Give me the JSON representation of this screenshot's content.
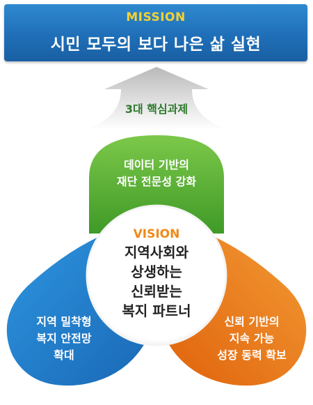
{
  "mission": {
    "label": "MISSION",
    "text": "시민 모두의 보다 나은 삶 실현"
  },
  "tasks_label": "3대 핵심과제",
  "petals": {
    "green": {
      "line1": "데이터 기반의",
      "line2": "재단 전문성 강화"
    },
    "blue": {
      "line1": "지역 밀착형",
      "line2": "복지 안전망",
      "line3": "확대"
    },
    "orange": {
      "line1": "신뢰 기반의",
      "line2": "지속 가능",
      "line3": "성장 동력 확보"
    }
  },
  "vision": {
    "label": "VISION",
    "line1": "지역사회와",
    "line2": "상생하는",
    "line3": "신뢰받는",
    "line4": "복지 파트너"
  },
  "colors": {
    "mission_blue": "#1f6fb8",
    "mission_label": "#f5d232",
    "green": "#5cb82e",
    "blue": "#1f7fd0",
    "orange": "#ef7d12",
    "vision_label": "#ef8a18",
    "tasks_label": "#2d7a2d"
  }
}
